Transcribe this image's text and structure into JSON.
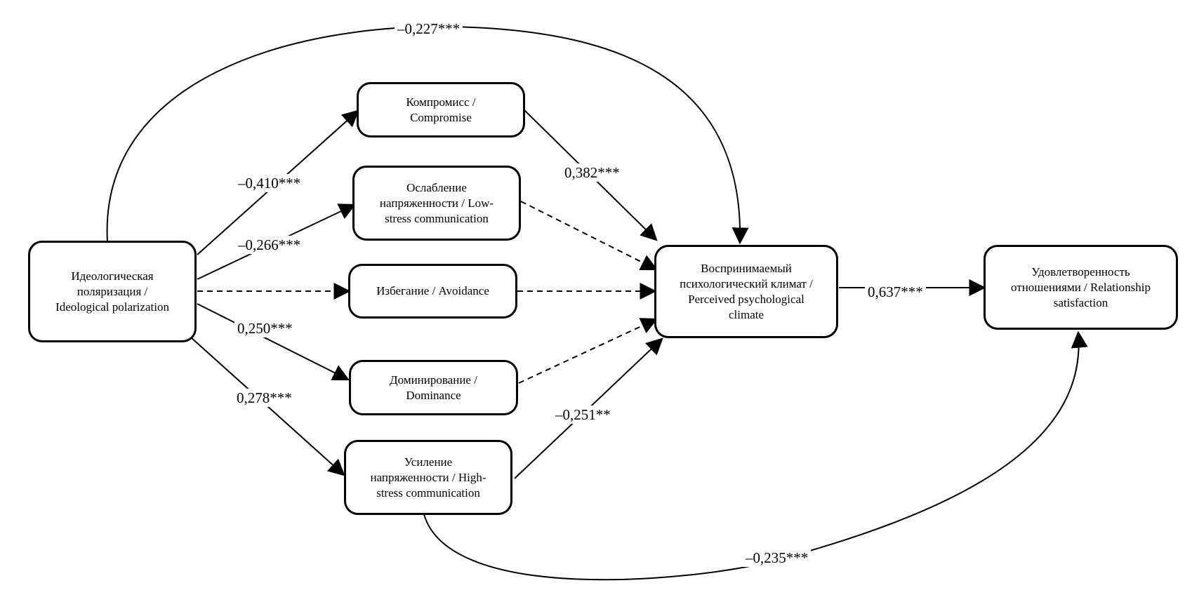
{
  "nodes": {
    "polarization": "Идеологическая\nполяризация /\nIdeological polarization",
    "compromise": "Компромисс /\nCompromise",
    "low_stress": "Ослабление\nнапряженности / Low-\nstress communication",
    "avoidance": "Избегание / Avoidance",
    "dominance": "Доминирование /\nDominance",
    "high_stress": "Усиление\nнапряженности / High-\nstress communication",
    "climate": "Воспринимаемый\nпсихологический климат /\nPerceived psychological\nclimate",
    "satisfaction": "Удовлетворенность\nотношениями / Relationship\nsatisfaction"
  },
  "coefficients": {
    "polarization_climate": "–0,227***",
    "polarization_compromise": "–0,410***",
    "polarization_low_stress": "–0,266***",
    "polarization_dominance": "0,250***",
    "polarization_high_stress": "0,278***",
    "compromise_climate": "0,382***",
    "high_stress_climate": "–0,251**",
    "climate_satisfaction": "0,637***",
    "high_stress_satisfaction": "–0,235***"
  },
  "edges": [
    {
      "from": "polarization",
      "to": "compromise",
      "style": "solid"
    },
    {
      "from": "polarization",
      "to": "low_stress",
      "style": "solid"
    },
    {
      "from": "polarization",
      "to": "avoidance",
      "style": "dashed"
    },
    {
      "from": "polarization",
      "to": "dominance",
      "style": "solid"
    },
    {
      "from": "polarization",
      "to": "high_stress",
      "style": "solid"
    },
    {
      "from": "polarization",
      "to": "climate",
      "style": "solid"
    },
    {
      "from": "compromise",
      "to": "climate",
      "style": "solid"
    },
    {
      "from": "low_stress",
      "to": "climate",
      "style": "dashed"
    },
    {
      "from": "avoidance",
      "to": "climate",
      "style": "dashed"
    },
    {
      "from": "dominance",
      "to": "climate",
      "style": "dashed"
    },
    {
      "from": "high_stress",
      "to": "climate",
      "style": "solid"
    },
    {
      "from": "climate",
      "to": "satisfaction",
      "style": "solid"
    },
    {
      "from": "high_stress",
      "to": "satisfaction",
      "style": "solid"
    }
  ]
}
